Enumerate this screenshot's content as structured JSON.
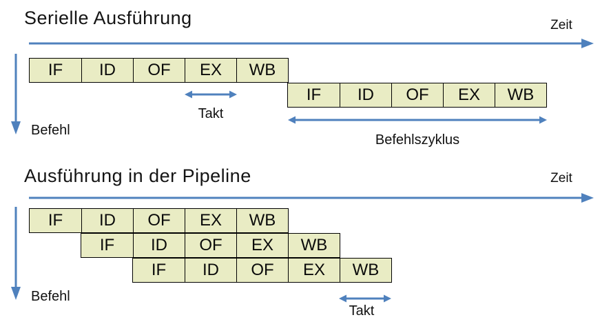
{
  "colors": {
    "accent_blue": "#4f81bd",
    "stage_fill": "#e9ecc4",
    "stage_border": "#000000",
    "background": "#ffffff"
  },
  "sections": {
    "serial": {
      "title": "Serielle Ausführung",
      "time_axis_label": "Zeit",
      "instruction_axis_label": "Befehl",
      "clock_label": "Takt",
      "cycle_label": "Befehlszyklus",
      "rows": [
        {
          "stages": [
            "IF",
            "ID",
            "OF",
            "EX",
            "WB"
          ]
        },
        {
          "stages": [
            "IF",
            "ID",
            "OF",
            "EX",
            "WB"
          ]
        }
      ]
    },
    "pipeline": {
      "title": "Ausführung in der Pipeline",
      "time_axis_label": "Zeit",
      "instruction_axis_label": "Befehl",
      "clock_label": "Takt",
      "rows": [
        {
          "stages": [
            "IF",
            "ID",
            "OF",
            "EX",
            "WB"
          ]
        },
        {
          "stages": [
            "IF",
            "ID",
            "OF",
            "EX",
            "WB"
          ]
        },
        {
          "stages": [
            "IF",
            "ID",
            "OF",
            "EX",
            "WB"
          ]
        }
      ]
    }
  }
}
